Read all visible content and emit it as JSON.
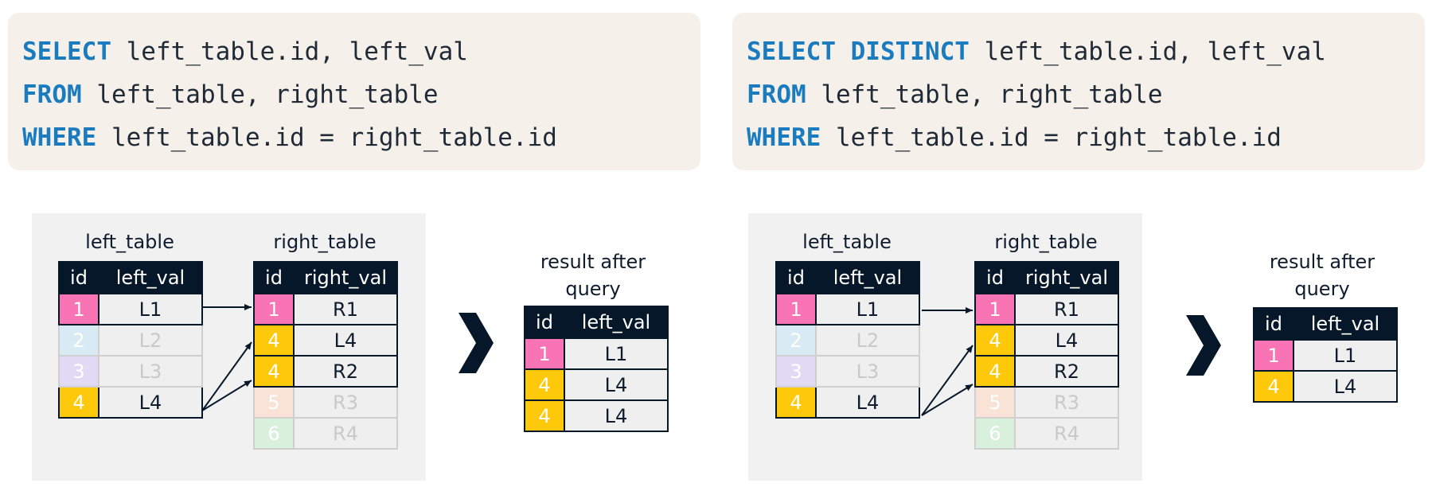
{
  "colors": {
    "pink": "#f974b5",
    "yellow": "#ffc90b",
    "faded_blue": "#d8eaf4",
    "faded_purple": "#e2daf4",
    "faded_peach": "#f8e3d6",
    "faded_green": "#d8f0dc",
    "keyword": "#1a7bbf",
    "header_navy": "#061729"
  },
  "left_example": {
    "query": {
      "line1_kw": "SELECT",
      "line1_rest": " left_table.id, left_val",
      "line2_kw": "FROM",
      "line2_rest": " left_table, right_table",
      "line3_kw": "WHERE",
      "line3_rest": " left_table.id = right_table.id"
    },
    "left_table": {
      "caption": "left_table",
      "headers": [
        "id",
        "left_val"
      ],
      "rows": [
        {
          "id": "1",
          "val": "L1"
        },
        {
          "id": "2",
          "val": "L2"
        },
        {
          "id": "3",
          "val": "L3"
        },
        {
          "id": "4",
          "val": "L4"
        }
      ]
    },
    "right_table": {
      "caption": "right_table",
      "headers": [
        "id",
        "right_val"
      ],
      "rows": [
        {
          "id": "1",
          "val": "R1"
        },
        {
          "id": "4",
          "val": "L4"
        },
        {
          "id": "4",
          "val": "R2"
        },
        {
          "id": "5",
          "val": "R3"
        },
        {
          "id": "6",
          "val": "R4"
        }
      ]
    },
    "result": {
      "caption": "result after query",
      "headers": [
        "id",
        "left_val"
      ],
      "rows": [
        {
          "id": "1",
          "val": "L1"
        },
        {
          "id": "4",
          "val": "L4"
        },
        {
          "id": "4",
          "val": "L4"
        }
      ]
    }
  },
  "right_example": {
    "query": {
      "line1_kw": "SELECT DISTINCT",
      "line1_rest": " left_table.id, left_val",
      "line2_kw": "FROM",
      "line2_rest": " left_table, right_table",
      "line3_kw": "WHERE",
      "line3_rest": " left_table.id = right_table.id"
    },
    "left_table": {
      "caption": "left_table",
      "headers": [
        "id",
        "left_val"
      ],
      "rows": [
        {
          "id": "1",
          "val": "L1"
        },
        {
          "id": "2",
          "val": "L2"
        },
        {
          "id": "3",
          "val": "L3"
        },
        {
          "id": "4",
          "val": "L4"
        }
      ]
    },
    "right_table": {
      "caption": "right_table",
      "headers": [
        "id",
        "right_val"
      ],
      "rows": [
        {
          "id": "1",
          "val": "R1"
        },
        {
          "id": "4",
          "val": "L4"
        },
        {
          "id": "4",
          "val": "R2"
        },
        {
          "id": "5",
          "val": "R3"
        },
        {
          "id": "6",
          "val": "R4"
        }
      ]
    },
    "result": {
      "caption": "result after query",
      "headers": [
        "id",
        "left_val"
      ],
      "rows": [
        {
          "id": "1",
          "val": "L1"
        },
        {
          "id": "4",
          "val": "L4"
        }
      ]
    }
  }
}
